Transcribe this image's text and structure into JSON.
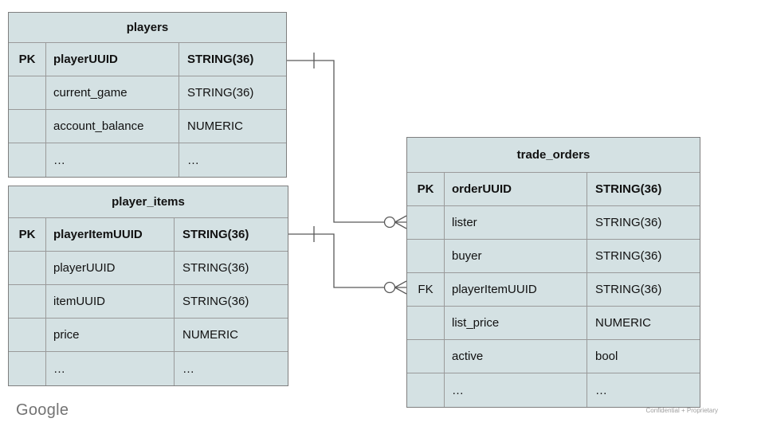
{
  "slide": {
    "background": "#ffffff",
    "footer_logo": "Google",
    "footer_note": "Confidential + Proprietary"
  },
  "colors": {
    "table_fill": "#d4e1e3",
    "table_border": "#7f7f7f",
    "grid_line": "#9a9a9a",
    "connector_line": "#595959",
    "text": "#111111",
    "logo_gray": "#737373",
    "note_gray": "#9e9e9e"
  },
  "tables": {
    "players": {
      "title": "players",
      "rows": [
        {
          "key": "PK",
          "name": "playerUUID",
          "type": "STRING(36)"
        },
        {
          "key": "",
          "name": "current_game",
          "type": "STRING(36)"
        },
        {
          "key": "",
          "name": "account_balance",
          "type": "NUMERIC"
        },
        {
          "key": "",
          "name": "…",
          "type": "…"
        }
      ]
    },
    "player_items": {
      "title": "player_items",
      "rows": [
        {
          "key": "PK",
          "name": "playerItemUUID",
          "type": "STRING(36)"
        },
        {
          "key": "",
          "name": "playerUUID",
          "type": "STRING(36)"
        },
        {
          "key": "",
          "name": "itemUUID",
          "type": "STRING(36)"
        },
        {
          "key": "",
          "name": "price",
          "type": "NUMERIC"
        },
        {
          "key": "",
          "name": "…",
          "type": "…"
        }
      ]
    },
    "trade_orders": {
      "title": "trade_orders",
      "rows": [
        {
          "key": "PK",
          "name": "orderUUID",
          "type": "STRING(36)"
        },
        {
          "key": "",
          "name": "lister",
          "type": "STRING(36)"
        },
        {
          "key": "",
          "name": "buyer",
          "type": "STRING(36)"
        },
        {
          "key": "FK",
          "name": "playerItemUUID",
          "type": "STRING(36)"
        },
        {
          "key": "",
          "name": "list_price",
          "type": "NUMERIC"
        },
        {
          "key": "",
          "name": "active",
          "type": "bool"
        },
        {
          "key": "",
          "name": "…",
          "type": "…"
        }
      ]
    }
  },
  "relationships": [
    {
      "from": "players.playerUUID",
      "to": "trade_orders.lister",
      "from_cardinality": "one",
      "to_cardinality": "zero-or-many"
    },
    {
      "from": "player_items.playerItemUUID",
      "to": "trade_orders.playerItemUUID",
      "from_cardinality": "one",
      "to_cardinality": "zero-or-many"
    }
  ]
}
